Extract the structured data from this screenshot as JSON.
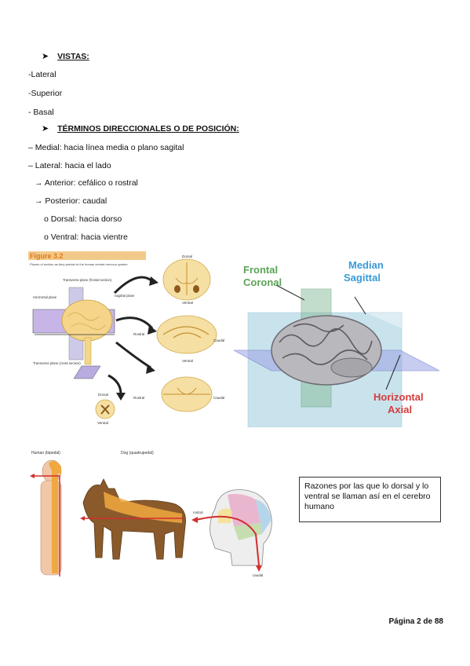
{
  "sections": {
    "vistas": {
      "heading": "VISTAS:",
      "items": [
        "-Lateral",
        "-Superior",
        "- Basal"
      ]
    },
    "terminos": {
      "heading": "TÉRMINOS DIRECCIONALES O DE POSICIÓN:",
      "items": [
        "– Medial: hacia línea media o plano sagital",
        "– Lateral: hacia el lado",
        "→ Anterior: cefálico o rostral",
        "→ Posterior: caudal",
        "o Dorsal: hacia dorso",
        "o Ventral: hacia vientre"
      ]
    }
  },
  "figure_left": {
    "title": "Figure 3.2",
    "subtitle": "Planes of section as they pertain to the human central nervous system.",
    "labels": {
      "transverse": "Transverse plane (frontal section)",
      "horizontal": "Horizontal plane",
      "sagittal": "Sagittal plane",
      "transverse2": "Transverse plane (cross section)",
      "dorsal_top": "Dorsal",
      "ventral_top": "Ventral",
      "rostral_mid": "Rostral",
      "caudal_mid": "Caudal",
      "ventral_mid": "Ventral",
      "rostral_bottom": "Rostral",
      "caudal_bottom": "Caudal",
      "dorsal_cord": "Dorsal",
      "ventral_cord": "Ventral"
    }
  },
  "figure_right": {
    "frontal": "Frontal",
    "coronal": "Coronal",
    "median": "Median",
    "sagittal": "Sagittal",
    "horizontal": "Horizontal",
    "axial": "Axial"
  },
  "figure_bottom": {
    "human": "Human (bipedal)",
    "dog": "Dog (quadrupedal)",
    "skull_top": "rostral",
    "skull_bottom": "caudal"
  },
  "caption": "Razones por las que lo dorsal y lo ventral se llaman así en el cerebro humano",
  "footer": "Página 2 de 88",
  "colors": {
    "frontal_label": "#5aa457",
    "sagittal_label": "#3a9ad8",
    "horizontal_label": "#d43c3c",
    "figure_title": "#e07b1a"
  }
}
